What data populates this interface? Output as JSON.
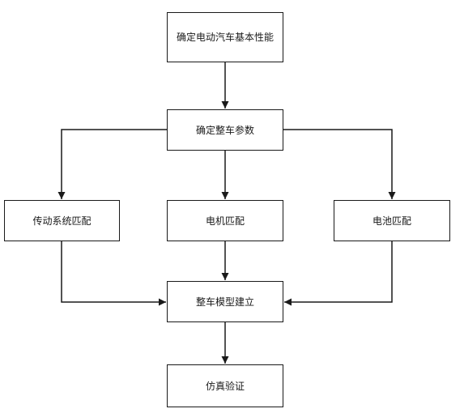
{
  "nodes": {
    "basic": "确定电动汽车基本性能",
    "params": "确定整车参数",
    "transmission": "传动系统匹配",
    "motor": "电机匹配",
    "battery": "电池匹配",
    "model": "整车模型建立",
    "verify": "仿真验证"
  },
  "colors": {
    "stroke": "#1a1a1a",
    "background": "#ffffff"
  }
}
